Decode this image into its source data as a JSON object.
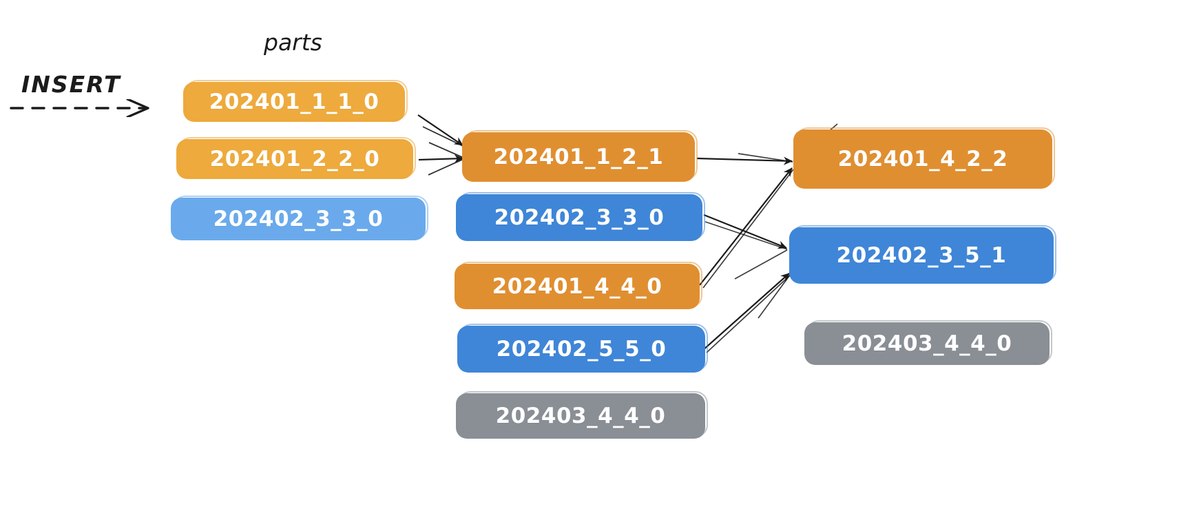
{
  "diagram": {
    "title": "parts",
    "insert_label": "INSERT",
    "colors": {
      "orange_light": "#eeaa3c",
      "orange_dark": "#e08f30",
      "blue_light": "#6aaaec",
      "blue_dark": "#3f86d8",
      "grey": "#8a8f96",
      "stroke": "#1b1b1b",
      "background": "#ffffff"
    },
    "columns": [
      {
        "name": "column-1",
        "boxes": [
          {
            "label": "202401_1_1_0",
            "color": "orange_light"
          },
          {
            "label": "202401_2_2_0",
            "color": "orange_light"
          },
          {
            "label": "202402_3_3_0",
            "color": "blue_light"
          }
        ]
      },
      {
        "name": "column-2",
        "boxes": [
          {
            "label": "202401_1_2_1",
            "color": "orange_dark"
          },
          {
            "label": "202402_3_3_0",
            "color": "blue_dark"
          },
          {
            "label": "202401_4_4_0",
            "color": "orange_dark"
          },
          {
            "label": "202402_5_5_0",
            "color": "blue_dark"
          },
          {
            "label": "202403_4_4_0",
            "color": "grey"
          }
        ]
      },
      {
        "name": "column-3",
        "boxes": [
          {
            "label": "202401_4_2_2",
            "color": "orange_dark"
          },
          {
            "label": "202402_3_5_1",
            "color": "blue_dark"
          },
          {
            "label": "202403_4_4_0",
            "color": "grey"
          }
        ]
      }
    ],
    "edges": [
      {
        "from": "202401_1_1_0",
        "to": "202401_1_2_1"
      },
      {
        "from": "202401_2_2_0",
        "to": "202401_1_2_1"
      },
      {
        "from": "202401_1_2_1",
        "to": "202401_4_2_2"
      },
      {
        "from": "202401_4_4_0",
        "to": "202401_4_2_2"
      },
      {
        "from": "202402_3_3_0",
        "to": "202402_3_5_1"
      },
      {
        "from": "202402_5_5_0",
        "to": "202402_3_5_1"
      }
    ]
  }
}
